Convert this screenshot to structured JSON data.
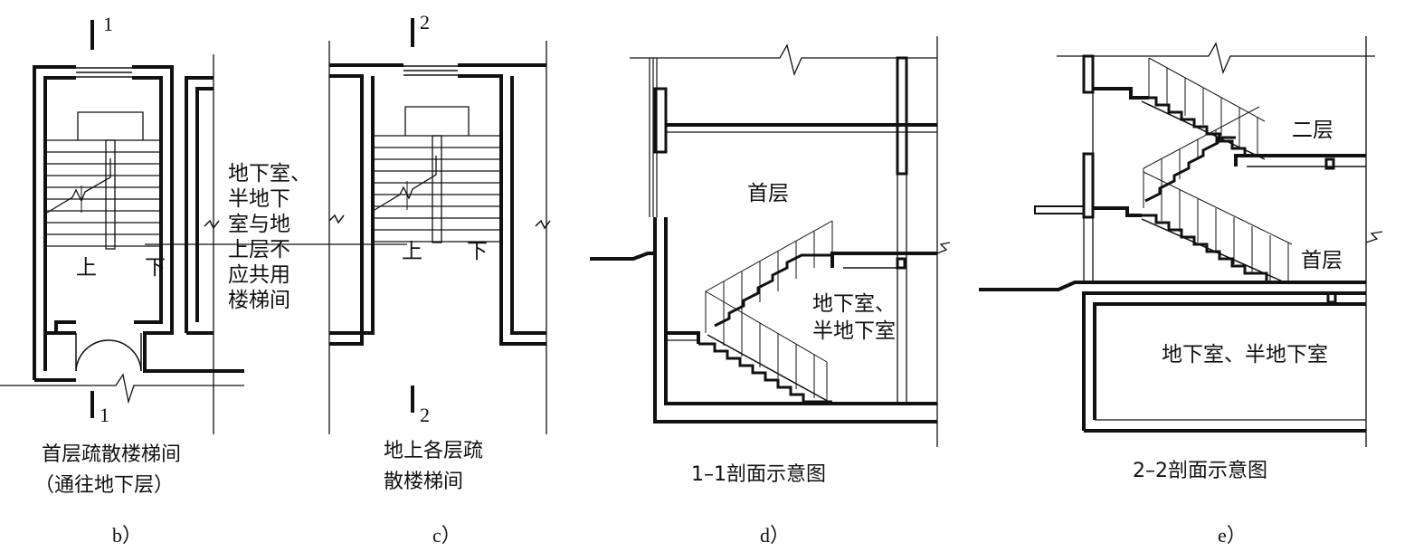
{
  "panel_b": {
    "section_mark_top": "1",
    "section_mark_bottom": "1",
    "label_up": "上",
    "label_down": "下",
    "caption_line1": "首层疏散楼梯间",
    "caption_line2": "（通往地下层）",
    "letter": "b）"
  },
  "note": {
    "lines": [
      "地下室、",
      "半地下",
      "室与地",
      "上层不",
      "应共用",
      "楼梯间"
    ]
  },
  "panel_c": {
    "section_mark_top": "2",
    "section_mark_bottom": "2",
    "label_up": "上",
    "label_down": "下",
    "caption_line1": "地上各层疏",
    "caption_line2": "散楼梯间",
    "letter": "c）"
  },
  "panel_d": {
    "label_first_floor": "首层",
    "label_basement_line1": "地下室、",
    "label_basement_line2": "半地下室",
    "caption": "1–1剖面示意图",
    "letter": "d）"
  },
  "panel_e": {
    "label_second_floor": "二层",
    "label_first_floor": "首层",
    "label_basement": "地下室、半地下室",
    "caption": "2–2剖面示意图",
    "letter": "e）"
  },
  "colors": {
    "line": "#111111",
    "background": "#ffffff"
  }
}
